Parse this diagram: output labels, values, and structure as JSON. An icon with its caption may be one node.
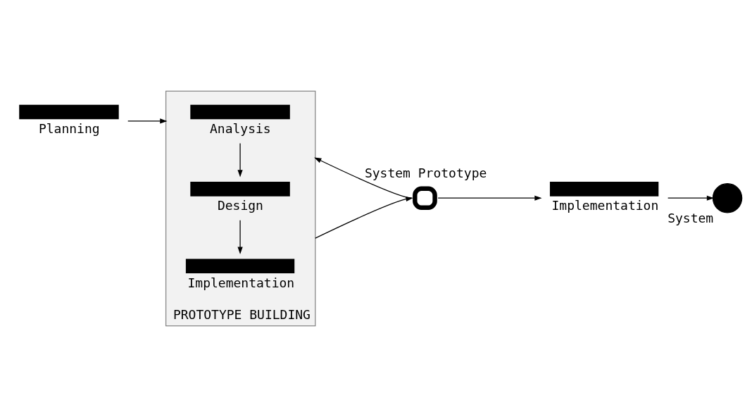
{
  "diagram": {
    "nodes": [
      {
        "text": [
          "Planning"
        ]
      },
      {
        "text": [
          "PROTOTYPE BUILDING"
        ]
      },
      {
        "text": [
          "Analysis"
        ],
        "in": 1
      },
      {
        "text": [
          "Design"
        ],
        "in": 1
      },
      {
        "text": [
          "Implementation"
        ],
        "in": 1
      },
      {
        "text": [
          "System Prototype"
        ]
      },
      {
        "text": [
          "Implementation"
        ]
      },
      {
        "text": [
          "System"
        ]
      }
    ],
    "edges": [
      {
        "from": 0,
        "to": 1,
        "arrow": "to"
      },
      {
        "from": 2,
        "to": 3,
        "arrow": "to"
      },
      {
        "from": 3,
        "to": 4,
        "arrow": "to"
      },
      {
        "from": 1,
        "to": 5,
        "arrow": "to"
      },
      {
        "from": 5,
        "to": 6,
        "arrow": "to"
      },
      {
        "from": 6,
        "to": 7,
        "arrow": "to"
      },
      {
        "from": 5,
        "to": 1,
        "arrow": "to"
      }
    ]
  }
}
